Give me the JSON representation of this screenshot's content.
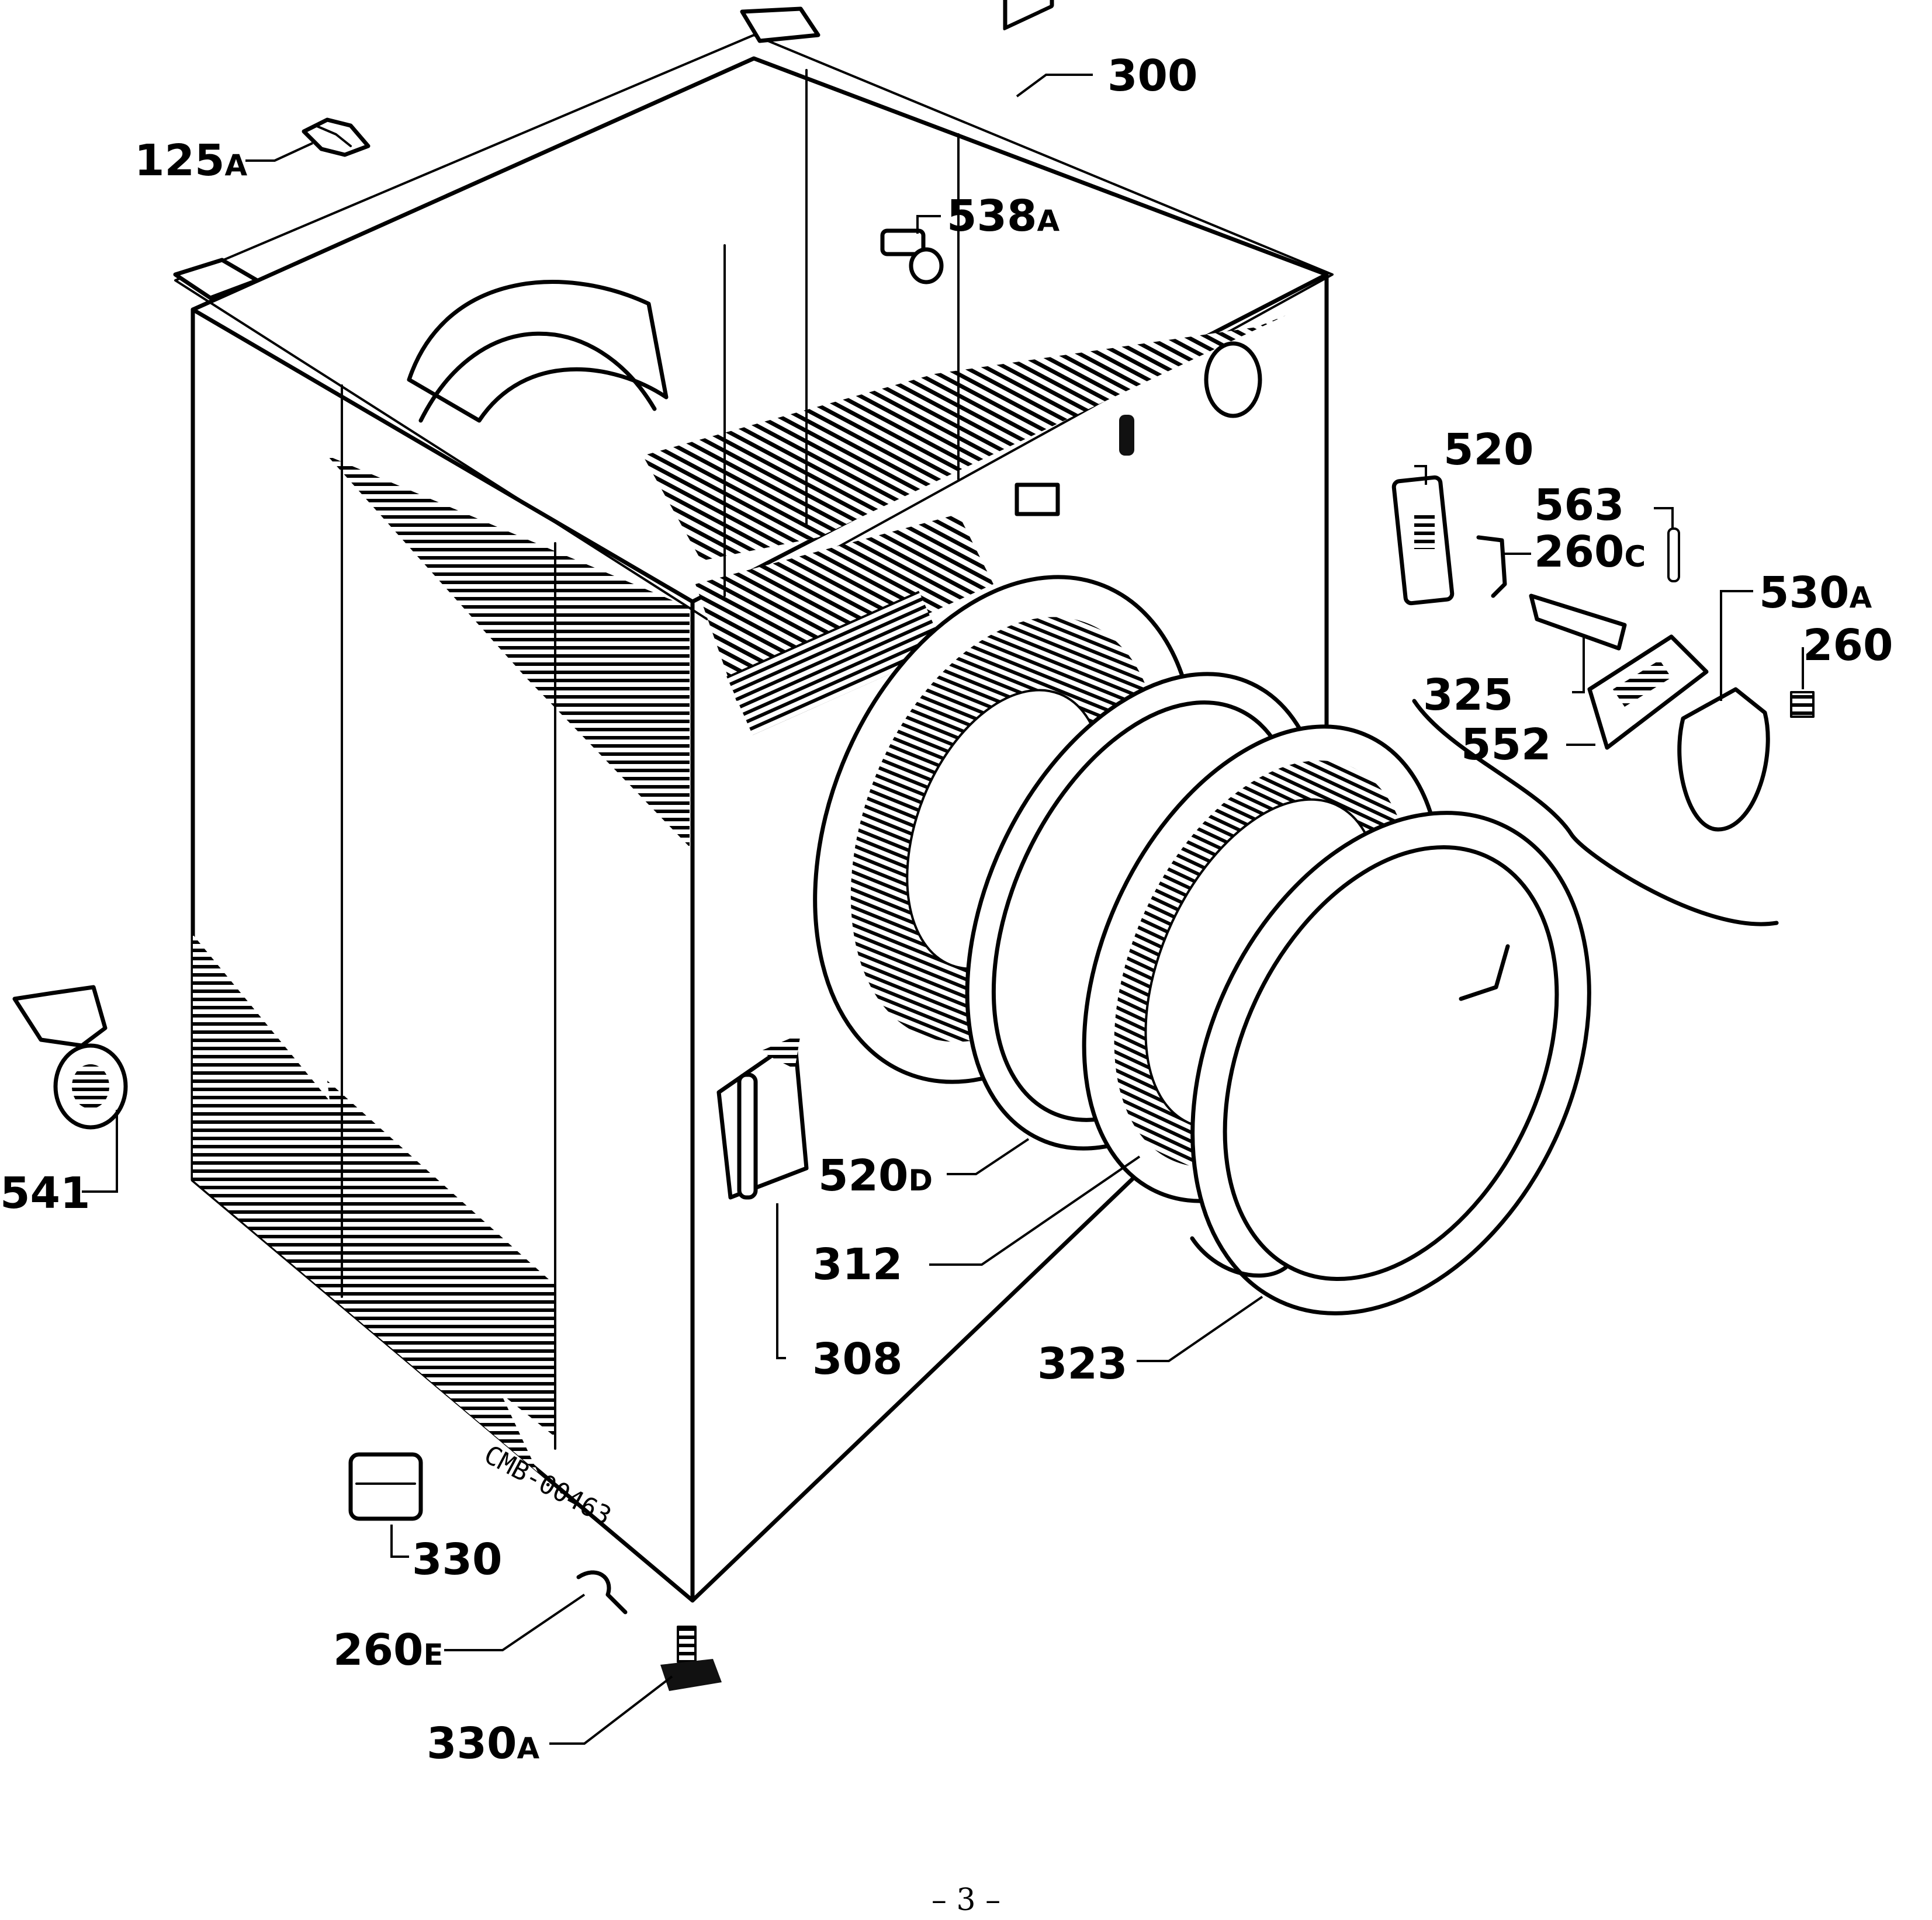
{
  "labels": {
    "l300": "300",
    "l125a_num": "125",
    "l125a_suf": "A",
    "l538a_num": "538",
    "l538a_suf": "A",
    "l520": "520",
    "l563": "563",
    "l260c_num": "260",
    "l260c_suf": "C",
    "l530a_num": "530",
    "l530a_suf": "A",
    "l260": "260",
    "l325": "325",
    "l552": "552",
    "l541": "541",
    "l520d_num": "520",
    "l520d_suf": "D",
    "l312": "312",
    "l308": "308",
    "l323": "323",
    "l330": "330",
    "l260e_num": "260",
    "l260e_suf": "E",
    "l330a_num": "330",
    "l330a_suf": "A"
  },
  "drawing_code": "CMB-00463",
  "page_number": "– 3 –"
}
